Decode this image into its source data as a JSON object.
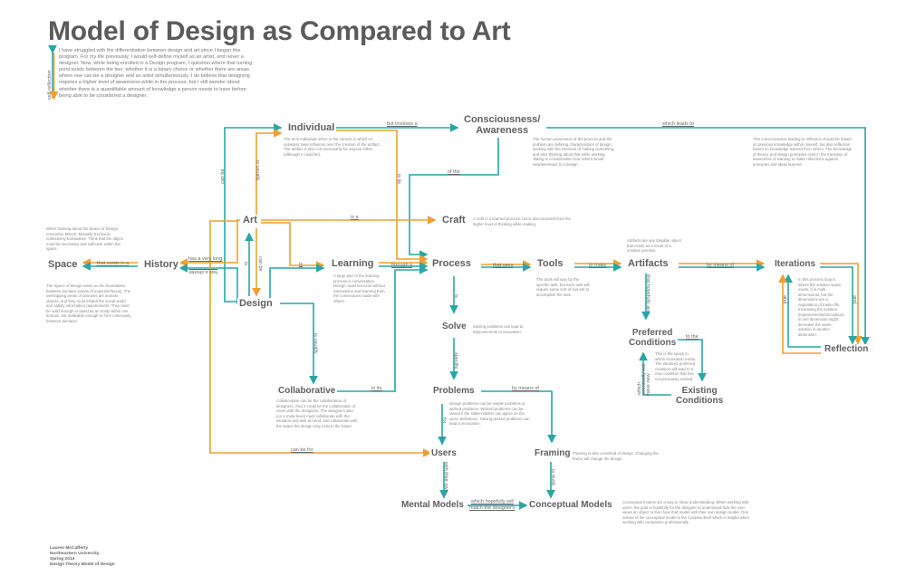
{
  "title": "Model of Design as Compared to Art",
  "intro": {
    "side_label": "self-reflection",
    "text": "I have struggled with the differentiation between design and art since I began this program. For my life previously, I would self-define myself as an artist, and never a designer. Now, while being enrolled in a Design program, I question where that turning point exists between the two; whether it is a binary choice or whether there are areas where one can be a designer and an artist simultaneously. I do believe that designing requires a higher level of awareness while in the process, but I still wonder about whether there is a quantifiable amount of knowledge a person needs to have before being able to be considered a designer."
  },
  "colors": {
    "teal": "#2aa6a6",
    "orange": "#f0a030",
    "node_text": "#606060",
    "desc_text": "#8a8a8a"
  },
  "nodes": {
    "individual": {
      "label": "Individual",
      "desc": "The term individual refers to the context in which no outsiders have influence over the creation of the artifact. The artifact is also not necessarily for anyone either (although it could be)."
    },
    "consciousness": {
      "label": "Consciousness/ Awareness",
      "line1": "Consciousness/",
      "line2": "Awareness",
      "desc": "The human awareness of the process and the problem are defining characteristics of design; working with the intention of making something, and also thinking about that while working. Taking in consideration how others would view/use/react to a design."
    },
    "reflection_note": {
      "desc": "This consciousness leading to reflection should be based on previous knowledge within oneself, but also reflection based on knowledge learned from others. The knowledge of theory, and design principles exist in the transition of awareness of wanting to make reflections against principles and ideas learned."
    },
    "art": {
      "label": "Art"
    },
    "craft": {
      "label": "Craft",
      "desc": "A craft is a learned process, but is disconnected from the higher level of thinking while making."
    },
    "space": {
      "label": "Space",
      "desc_top": "When thinking about the Space of Design, remember MECE: Mutually Exclusive, Collectively Exhaustive. Think that the object must be necessary and sufficient within the space.",
      "desc_bottom": "The Space of design exists as the boundaries between domains (areas of expertise/focus). The overlapping areas of domains are domain objects, and they must inhabit the social world and satisfy information requirements. They must be solid enough to stand as an entity within one domain, but malleable enough to form cohesively between domains."
    },
    "history": {
      "label": "History"
    },
    "design": {
      "label": "Design"
    },
    "learning": {
      "label": "Learning",
      "desc": "A large part of the learning process is conversation. Design could not exist without interactions and learning from the connections made with others."
    },
    "process": {
      "label": "Process"
    },
    "tools": {
      "label": "Tools",
      "desc": "The tools will vary by the specific task, but each task will require some sort of tool-set to accomplish the task."
    },
    "artifacts": {
      "label": "Artifacts",
      "desc": "Artifacts are any tangible object that exists as a result of a creative process."
    },
    "iterations": {
      "label": "Iterations",
      "desc": "In this process loop is where the solution space exists. It is multi-dimensional, but the dimensions are a negotiation of trade-offs. Increasing the solution (improvements/innovation) in one dimension might decrease the same solution in another dimension."
    },
    "reflection": {
      "label": "Reflection"
    },
    "solve": {
      "label": "Solve",
      "desc": "Solving problems can lead to improvements or innovation."
    },
    "preferred": {
      "line1": "Preferred",
      "line2": "Conditions",
      "desc": "This is the space in which innovation exists. The idealized preferred condition will lead to a new condition that has not previously existed."
    },
    "existing": {
      "line1": "Existing",
      "line2": "Conditions"
    },
    "collaborative": {
      "label": "Collaborative",
      "desc": "Collaboration can be the collaboration of designers. Also it could be the collaboration of users with the designers. The designers also (on a meta level) must collaborate with the situation and task at hand, and collaborate with the space the design may exist in the future."
    },
    "problems": {
      "label": "Problems",
      "desc": "Design problems can be simple problems or wicked problems. Wicked problems can be tamed if the stake-holders can agree on the same definitions. Taming wicked problems can lead to innovation."
    },
    "users": {
      "label": "Users"
    },
    "framing": {
      "label": "Framing",
      "desc": "Framing is also a method of design. Changing the frame will change the design."
    },
    "mental_models": {
      "label": "Mental Models"
    },
    "conceptual_models": {
      "label": "Conceptual Models",
      "desc": "Conceptual models are a way to show understanding. When working with users, the goal is hopefully for the designer to understand how the user views an object to then fuse that model with their own design model. One subset of the conceptual model is the Creative Brief which is helpful when working with companies professionally."
    }
  },
  "edges": {
    "but_involves_a": "but involves a",
    "which_leads_to": "which leads to",
    "of_the": "of the",
    "can_be": "can be",
    "is_usually": "is usually",
    "is_its": "is its",
    "is_a": "is a",
    "that_exists_in_a": "that exists in a",
    "has_a_very_long": "has a very long",
    "has_a_shorter": "has a shorter",
    "is_art_design": "is",
    "can_be_art_design": "can be",
    "is_learning": "is",
    "through_a": "through a",
    "that_uses": "that uses",
    "to_make": "to make",
    "by_means_of_iter": "by means of",
    "and_left": "and",
    "and_right": "and",
    "is_solve": "is",
    "specific": "specific",
    "that_hopefully_are": "that hopefully are",
    "to_the": "to the",
    "which_eventually": "which eventually will have new",
    "is_usually_collab": "is usually",
    "in_its": "in its",
    "by_means_of_framing": "by means of",
    "for": "for",
    "can_be_for": "can be for",
    "with_their_own": "with their own",
    "to_build": "to build",
    "which_hopefully_will": "which hopefully will",
    "match_the_designers": "match the designer's"
  },
  "footer": {
    "line1": "Lauren McCafferty",
    "line2": "Northeastern University",
    "line3": "Spring 2014",
    "line4": "Design Theory Model of Design"
  }
}
